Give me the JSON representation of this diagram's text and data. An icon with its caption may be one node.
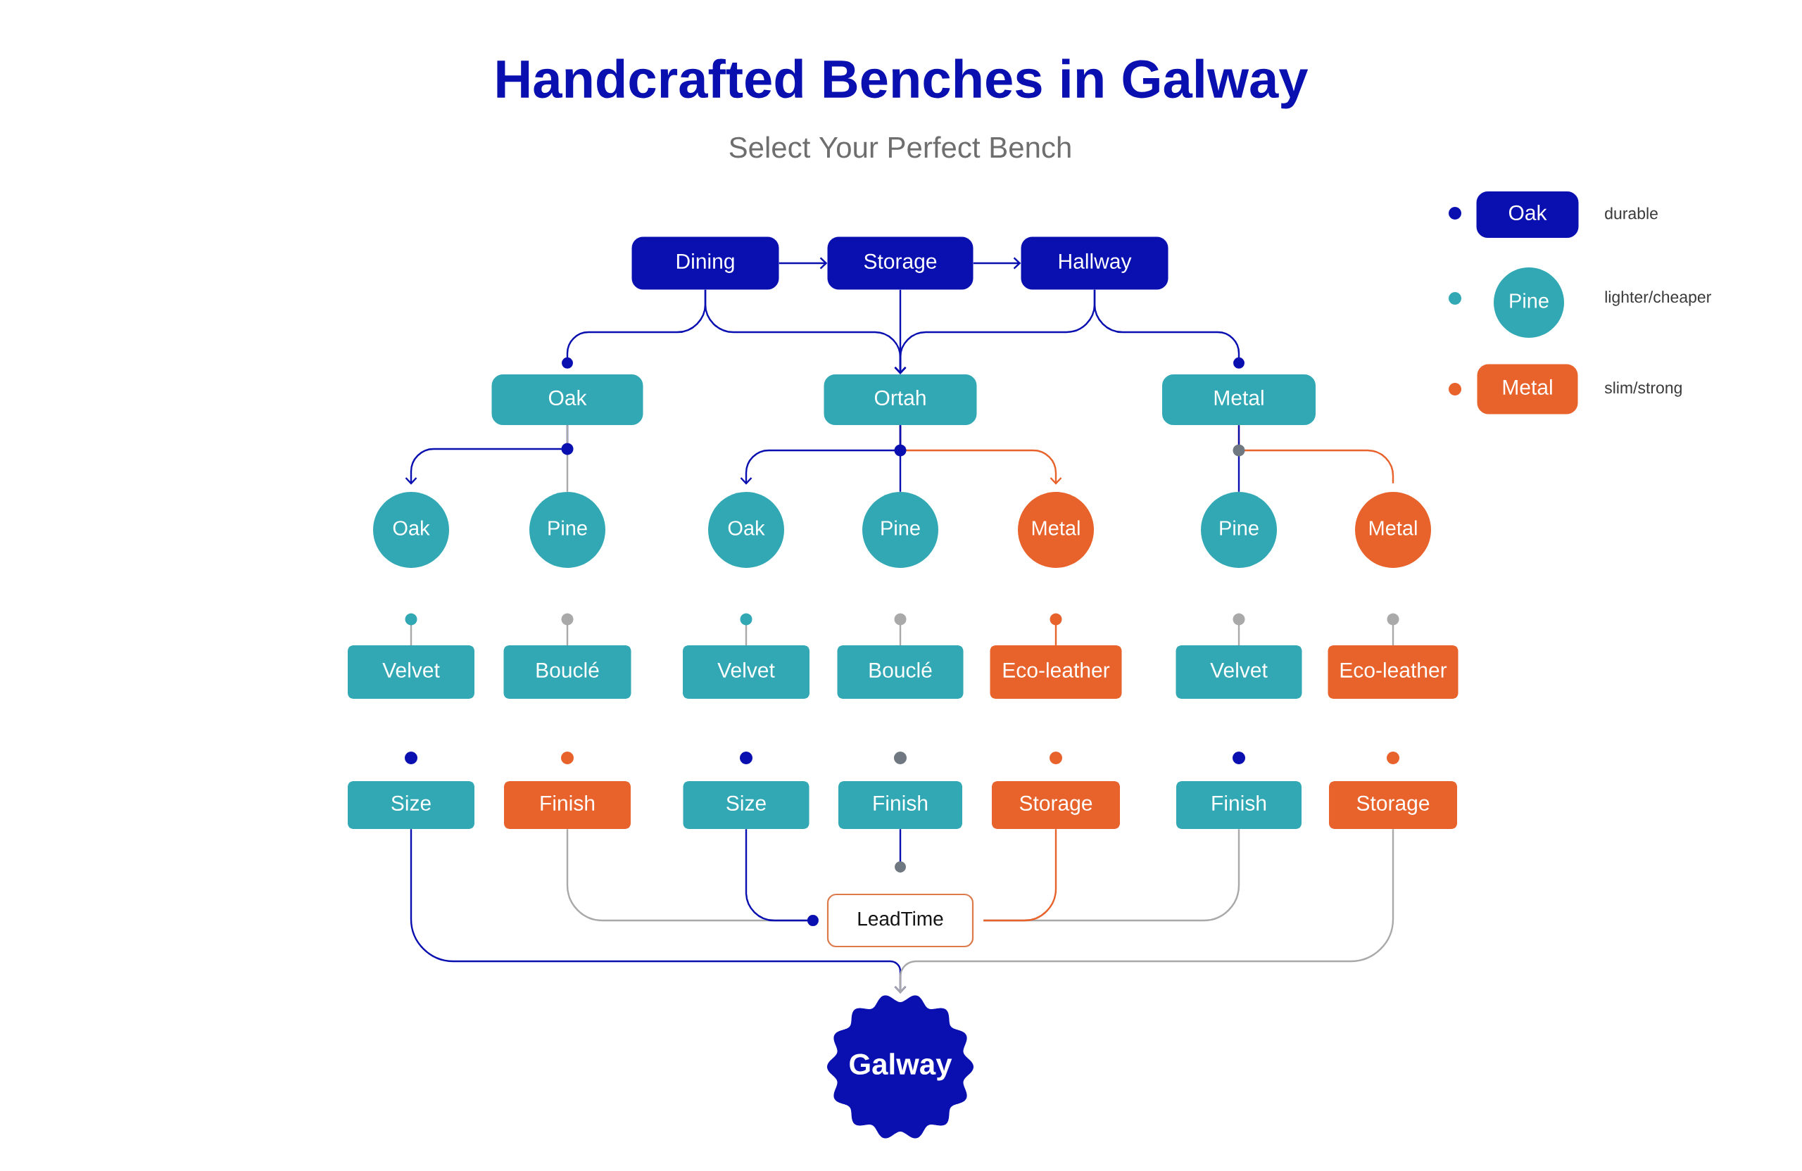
{
  "diagram": {
    "title": "Handcrafted Benches in Galway",
    "labels": [
      "Select Your Perfect Bench"
    ],
    "nodes": [
      {
        "text": [
          "Dining"
        ]
      },
      {
        "text": [
          "Storage"
        ]
      },
      {
        "text": [
          "Hallway"
        ]
      },
      {
        "text": [
          "Oak"
        ]
      },
      {
        "text": [
          "Ortah"
        ]
      },
      {
        "text": [
          "Metal"
        ]
      },
      {
        "text": [
          "Oak"
        ]
      },
      {
        "text": [
          "Pine"
        ]
      },
      {
        "text": [
          "Oak"
        ]
      },
      {
        "text": [
          "Pine"
        ]
      },
      {
        "text": [
          "Metal"
        ]
      },
      {
        "text": [
          "Pine"
        ]
      },
      {
        "text": [
          "Metal"
        ]
      },
      {
        "text": [
          "Velvet"
        ]
      },
      {
        "text": [
          "Bouclé"
        ]
      },
      {
        "text": [
          "Velvet"
        ]
      },
      {
        "text": [
          "Bouclé"
        ]
      },
      {
        "text": [
          "Eco-leather"
        ]
      },
      {
        "text": [
          "Velvet"
        ]
      },
      {
        "text": [
          "Eco-leather"
        ]
      },
      {
        "text": [
          "Size"
        ]
      },
      {
        "text": [
          "Finish"
        ]
      },
      {
        "text": [
          "Size"
        ]
      },
      {
        "text": [
          "Finish"
        ]
      },
      {
        "text": [
          "Storage"
        ]
      },
      {
        "text": [
          "Finish"
        ]
      },
      {
        "text": [
          "Storage"
        ]
      },
      {
        "text": [
          "LeadTime"
        ]
      },
      {
        "text": [
          "Galway"
        ]
      },
      {
        "text": [
          "Oak"
        ]
      },
      {
        "text": [
          "Pine"
        ]
      },
      {
        "text": [
          "Metal"
        ]
      }
    ],
    "edges": [
      {
        "from": 0,
        "to": 1,
        "arrow": "to"
      },
      {
        "from": 1,
        "to": 2,
        "arrow": "to"
      },
      {
        "from": 0,
        "to": 3,
        "arrow": "other"
      },
      {
        "from": 0,
        "to": 4,
        "arrow": "to"
      },
      {
        "from": 1,
        "to": 4,
        "arrow": "to"
      },
      {
        "from": 2,
        "to": 4,
        "arrow": "to"
      },
      {
        "from": 2,
        "to": 5,
        "arrow": "other"
      },
      {
        "from": 3,
        "to": 6,
        "arrow": "to"
      },
      {
        "from": 3,
        "to": 7,
        "arrow": "none",
        "color": "#a9a9a9"
      },
      {
        "from": 4,
        "to": 8,
        "arrow": "to"
      },
      {
        "from": 4,
        "to": 9,
        "arrow": "none"
      },
      {
        "from": 4,
        "to": 10,
        "arrow": "to",
        "color": "#e8622b"
      },
      {
        "from": 5,
        "to": 11,
        "arrow": "none"
      },
      {
        "from": 5,
        "to": 12,
        "arrow": "none",
        "color": "#e8622b"
      },
      {
        "from": 20,
        "to": 28,
        "arrow": "to"
      },
      {
        "from": 21,
        "to": 27,
        "arrow": "other",
        "color": "#a9a9a9"
      },
      {
        "from": 22,
        "to": 27,
        "arrow": "other"
      },
      {
        "from": 23,
        "to": 27,
        "arrow": "other"
      },
      {
        "from": 24,
        "to": 27,
        "arrow": "none",
        "color": "#e8622b"
      },
      {
        "from": 25,
        "to": 27,
        "arrow": "none",
        "color": "#a9a9a9"
      },
      {
        "from": 26,
        "to": 28,
        "arrow": "to",
        "color": "#a9a9a9"
      }
    ],
    "legend": [
      {
        "text": "durable",
        "color": "#0a0fb0"
      },
      {
        "text": "lighter/cheaper",
        "color": "#31a8b3"
      },
      {
        "text": "slim/strong",
        "color": "#e8622b"
      }
    ]
  }
}
